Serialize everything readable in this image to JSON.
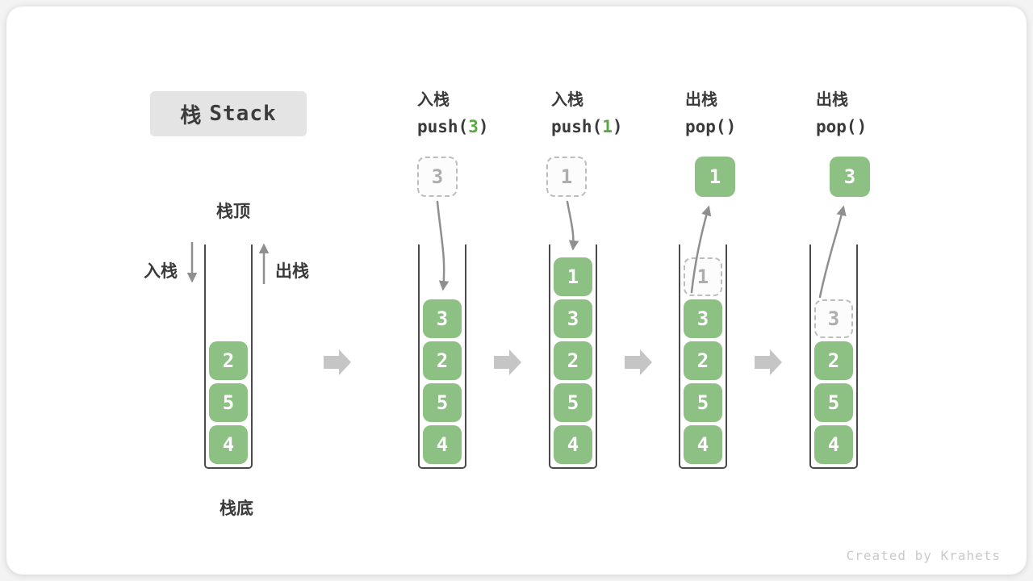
{
  "title": {
    "zh": "栈",
    "en": "Stack"
  },
  "legend": {
    "top": "栈顶",
    "bottom": "栈底",
    "push": "入栈",
    "pop": "出栈"
  },
  "operations": [
    {
      "label": "入栈",
      "code_pre": "push(",
      "code_arg": "3",
      "code_close": ")"
    },
    {
      "label": "入栈",
      "code_pre": "push(",
      "code_arg": "1",
      "code_close": ")"
    },
    {
      "label": "出栈",
      "code_pre": "pop(",
      "code_arg": "",
      "code_close": ")"
    },
    {
      "label": "出栈",
      "code_pre": "pop(",
      "code_arg": "",
      "code_close": ")"
    }
  ],
  "stacks": [
    {
      "name": "initial",
      "cells": [
        {
          "v": "2"
        },
        {
          "v": "5"
        },
        {
          "v": "4"
        }
      ]
    },
    {
      "name": "after-push-3",
      "floating": {
        "v": "3",
        "ghost": true
      },
      "cells": [
        {
          "v": "3"
        },
        {
          "v": "2"
        },
        {
          "v": "5"
        },
        {
          "v": "4"
        }
      ]
    },
    {
      "name": "after-push-1",
      "floating": {
        "v": "1",
        "ghost": true
      },
      "cells": [
        {
          "v": "1"
        },
        {
          "v": "3"
        },
        {
          "v": "2"
        },
        {
          "v": "5"
        },
        {
          "v": "4"
        }
      ]
    },
    {
      "name": "after-pop-1",
      "floating": {
        "v": "1",
        "ghost": false
      },
      "cells": [
        {
          "v": "1",
          "ghost": true
        },
        {
          "v": "3"
        },
        {
          "v": "2"
        },
        {
          "v": "5"
        },
        {
          "v": "4"
        }
      ]
    },
    {
      "name": "after-pop-3",
      "floating": {
        "v": "3",
        "ghost": false
      },
      "cells": [
        {
          "v": "3",
          "ghost": true
        },
        {
          "v": "2"
        },
        {
          "v": "5"
        },
        {
          "v": "4"
        }
      ]
    }
  ],
  "icons": {
    "step_arrow": "arrow-right-icon",
    "push_arrow": "arrow-down-icon",
    "pop_arrow": "arrow-up-icon"
  },
  "colors": {
    "cell_green": "#8DC183",
    "code_green": "#5BA746",
    "ink": "#3a3a3a",
    "arrow_gray": "#8f8f8f",
    "block_arrow_gray": "#c5c5c5"
  },
  "footer": "Created by Krahets"
}
